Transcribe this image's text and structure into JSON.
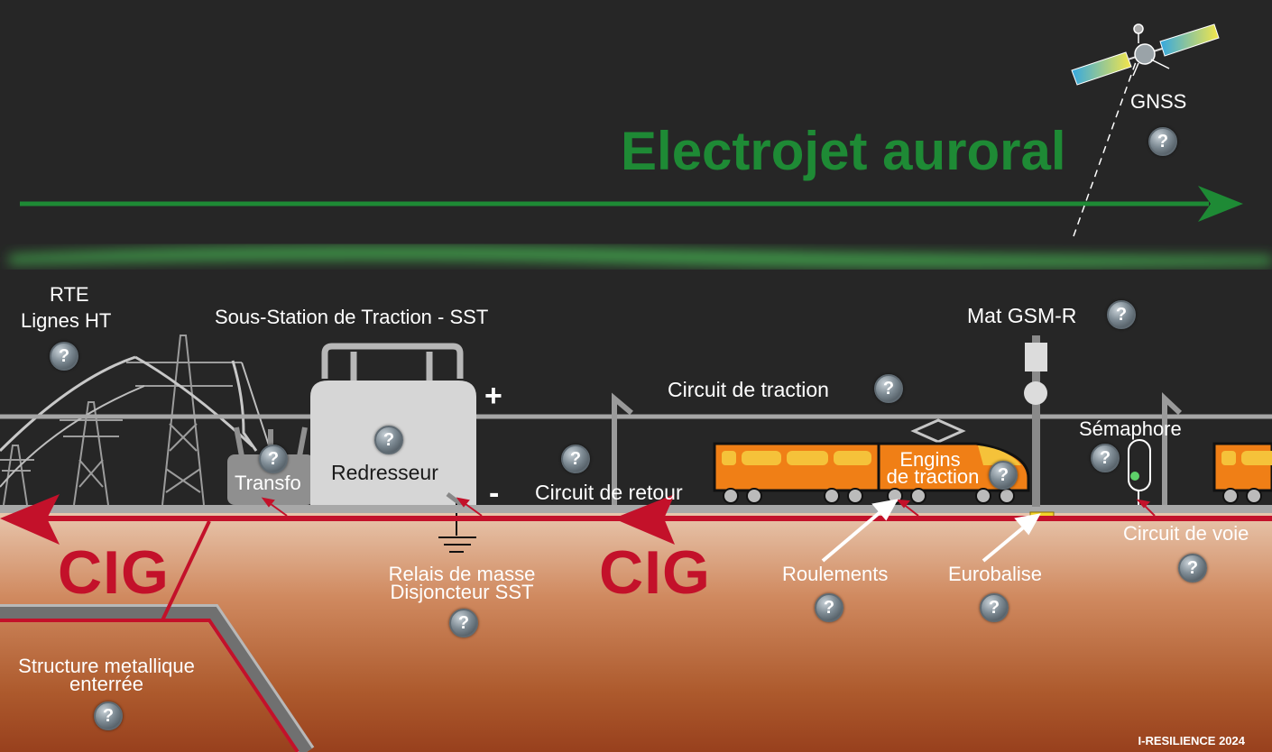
{
  "title": "Electrojet auroral",
  "colors": {
    "sky": "#262626",
    "electrojet": "#1e8a35",
    "current_arrow": "#c3112a",
    "ground_top": "#e8c6ad",
    "ground_bottom": "#98401d",
    "train_body": "#f07f16",
    "train_windows": "#f5c23a"
  },
  "labels": {
    "gnss": "GNSS",
    "rte_line1": "RTE",
    "rte_line2": "Lignes HT",
    "sst": "Sous-Station de Traction - SST",
    "redresseur": "Redresseur",
    "transfo": "Transfo",
    "plus_sign": "+",
    "minus_sign": "-",
    "circuit_traction": "Circuit de traction",
    "circuit_retour": "Circuit de retour",
    "mat_gsmr": "Mat GSM-R",
    "semaphore": "Sémaphore",
    "engins_line1": "Engins",
    "engins_line2": "de traction",
    "circuit_voie": "Circuit  de voie",
    "roulements": "Roulements",
    "eurobalise": "Eurobalise",
    "relais_line1": "Relais de masse",
    "relais_line2": "Disjoncteur SST",
    "structure_line1": "Structure metallique",
    "structure_line2": "enterrée",
    "cig": "CIG",
    "credit": "I-RESILIENCE 2024"
  },
  "help_icon_text": "?"
}
